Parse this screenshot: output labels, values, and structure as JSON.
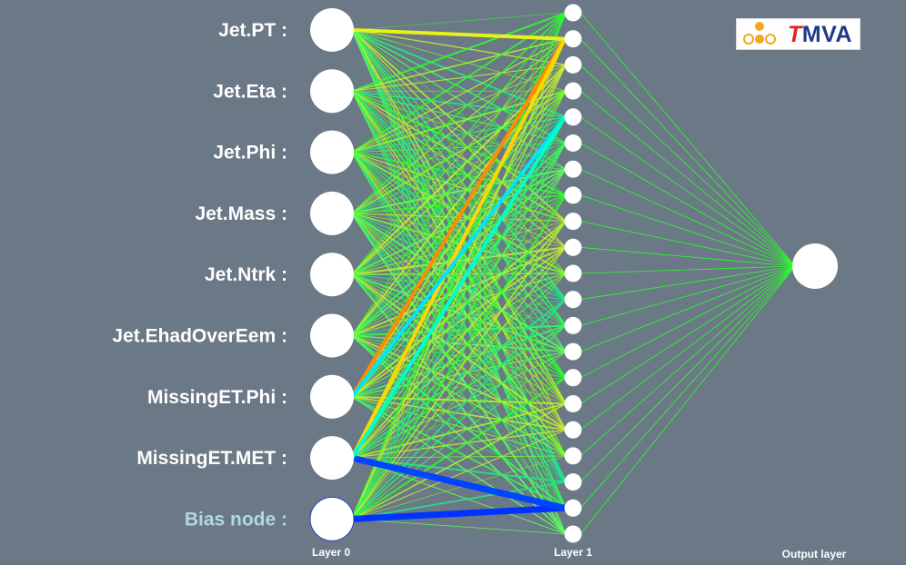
{
  "diagram": {
    "input_labels": [
      "Jet.PT :",
      "Jet.Eta :",
      "Jet.Phi :",
      "Jet.Mass :",
      "Jet.Ntrk :",
      "Jet.EhadOverEem :",
      "MissingET.Phi :",
      "MissingET.MET :",
      "Bias node :"
    ],
    "layer_labels": [
      "Layer 0",
      "Layer 1",
      "Output layer"
    ],
    "hidden_node_count": 21,
    "output_node_count": 1,
    "strong_connections": [
      {
        "from": 8,
        "to": 19,
        "color": "#0033ff"
      },
      {
        "from": 7,
        "to": 19,
        "color": "#0044ff"
      },
      {
        "from": 6,
        "to": 1,
        "color": "#ff8c00"
      },
      {
        "from": 7,
        "to": 1,
        "color": "#ffd700"
      },
      {
        "from": 6,
        "to": 4,
        "color": "#00e5ff"
      },
      {
        "from": 7,
        "to": 4,
        "color": "#00ffcc"
      },
      {
        "from": 0,
        "to": 1,
        "color": "#e6f21a"
      }
    ],
    "colors": {
      "background": "#6b7886",
      "node": "#ffffff",
      "weak_edge": "#2aff2a",
      "bias_label": "#add8e6"
    }
  },
  "logo": {
    "prefix": "T",
    "rest": "MVA"
  }
}
